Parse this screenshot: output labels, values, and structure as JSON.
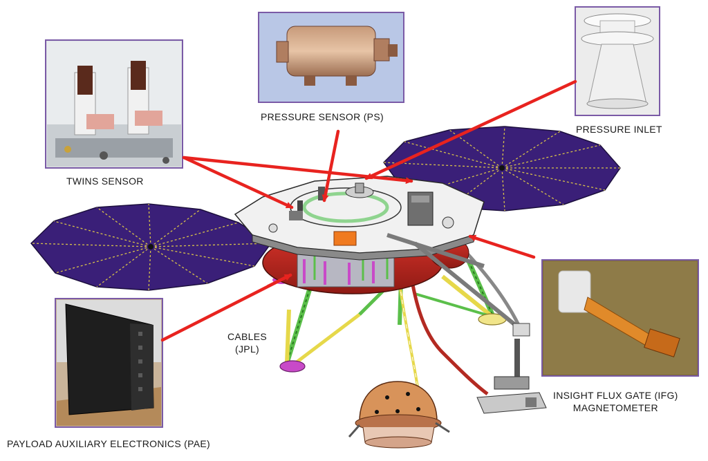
{
  "diagram": {
    "labels": {
      "twins": "TWINS SENSOR",
      "pressure_sensor": "PRESSURE SENSOR (PS)",
      "pressure_inlet": "PRESSURE INLET",
      "cables_line1": "CABLES",
      "cables_line2": "(JPL)",
      "ifg_line1": "INSIGHT FLUX GATE (IFG)",
      "ifg_line2": "MAGNETOMETER",
      "pae": "PAYLOAD AUXILIARY ELECTRONICS (PAE)"
    },
    "colors": {
      "callout_arrow": "#e8231f",
      "photo_frame": "#7a5aa6",
      "solar_panel": "#3a1f78",
      "panel_ribs": "#d8c24a"
    }
  }
}
